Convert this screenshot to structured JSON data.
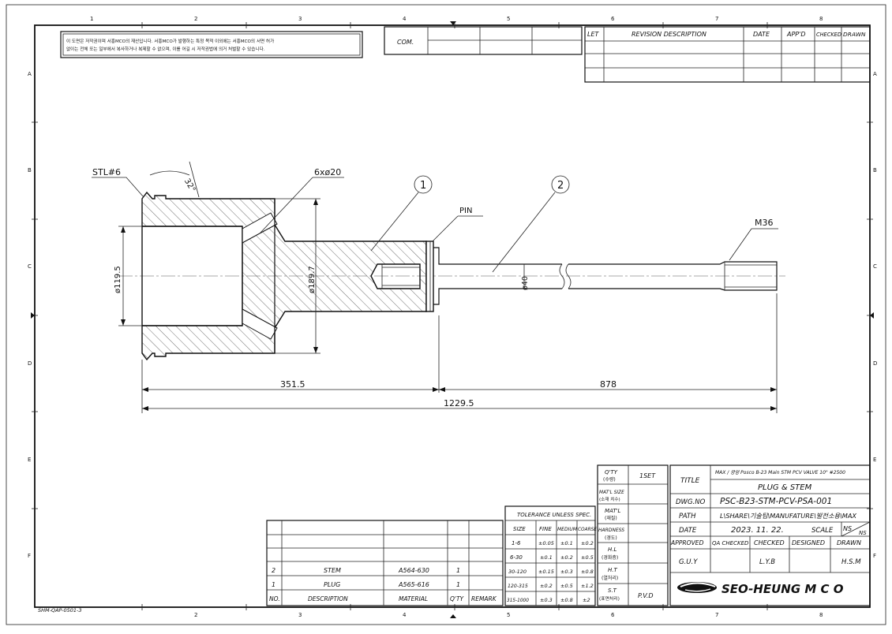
{
  "sheet": {
    "zones_top": [
      "1",
      "2",
      "3",
      "4",
      "5",
      "6",
      "7",
      "8"
    ],
    "zones_side": [
      "A",
      "B",
      "C",
      "D",
      "E",
      "F"
    ],
    "form_code": "SHM-QAP-0501-3"
  },
  "notice": {
    "line1": "이 도면은 저작권이며 서흥MCO의 재산입니다. 서흥MCO가 발행하는 특정 목적 이외에는 서흥MCO의 서면 허가",
    "line2": "없이는 전체 또는 일부에서 복사하거나 복제할 수 없으며, 이를 어길 시 저작권법에 의거 처벌할 수 있습니다."
  },
  "com_label": "COM.",
  "revision": {
    "headers": [
      "LET",
      "REVISION DESCRIPTION",
      "DATE",
      "APP'D",
      "CHECKED",
      "DRAWN"
    ]
  },
  "drawing": {
    "stl": "STL#6",
    "angle": "32°",
    "holes": "6xø20",
    "pin": "PIN",
    "balloon1": "1",
    "balloon2": "2",
    "thread": "M36",
    "dia_bore": "ø119.5",
    "dia_body": "ø189.7",
    "dia_stem": "ø40",
    "len_plug": "351.5",
    "len_stem": "878",
    "len_total": "1229.5"
  },
  "bom": {
    "rows": [
      {
        "no": "2",
        "desc": "STEM",
        "material": "A564-630",
        "qty": "1",
        "remark": ""
      },
      {
        "no": "1",
        "desc": "PLUG",
        "material": "A565-616",
        "qty": "1",
        "remark": ""
      }
    ],
    "headers": {
      "no": "NO.",
      "desc": "DESCRIPTION",
      "material": "MATERIAL",
      "qty": "Q'TY",
      "remark": "REMARK"
    }
  },
  "tolerance": {
    "title": "TOLERANCE UNLESS SPEC.",
    "headers": [
      "SIZE",
      "FINE",
      "MEDIUM",
      "COARSE"
    ],
    "rows": [
      [
        "1-6",
        "±0.05",
        "±0.1",
        "±0.2"
      ],
      [
        "6-30",
        "±0.1",
        "±0.2",
        "±0.5"
      ],
      [
        "30-120",
        "±0.15",
        "±0.3",
        "±0.8"
      ],
      [
        "120-315",
        "±0.2",
        "±0.5",
        "±1.2"
      ],
      [
        "315-1000",
        "±0.3",
        "±0.8",
        "±2"
      ]
    ]
  },
  "props": {
    "qty_label": "Q'TY",
    "qty_kr": "(수량)",
    "qty_value": "1SET",
    "matsize_label": "MAT'L SIZE",
    "matsize_kr": "(소재 치수)",
    "matl_label": "MAT'L",
    "matl_kr": "(재질)",
    "hardness_label": "HARDNESS",
    "hardness_kr": "(경도)",
    "hl_label": "H.L",
    "hl_kr": "(경화층)",
    "ht_label": "H.T",
    "ht_kr": "(열처리)",
    "st_label": "S.T",
    "st_kr": "(표면처리)",
    "st_value": "P.V.D"
  },
  "title_block": {
    "title_label": "TITLE",
    "title_sub": "MAX / 광양 Posco B-23 Main STM PCV VALVE 10\" #2500",
    "title_main": "PLUG & STEM",
    "dwgno_label": "DWG.NO",
    "dwgno": "PSC-B23-STM-PCV-PSA-001",
    "path_label": "PATH",
    "path": "L\\SHARE\\기술팀\\MANUFATURE\\발전소용\\MAX",
    "date_label": "DATE",
    "date": "2023. 11. 22.",
    "scale_label": "SCALE",
    "scale_value": "NS",
    "scale_value2": "NS",
    "approved_label": "APPROVED",
    "qa_label": "QA CHECKED",
    "checked_label": "CHECKED",
    "designed_label": "DESIGNED",
    "drawn_label": "DRAWN",
    "approved": "G.U.Y",
    "checked": "L.Y.B",
    "drawn": "H.S.M",
    "company": "SEO-HEUNG M C O"
  }
}
